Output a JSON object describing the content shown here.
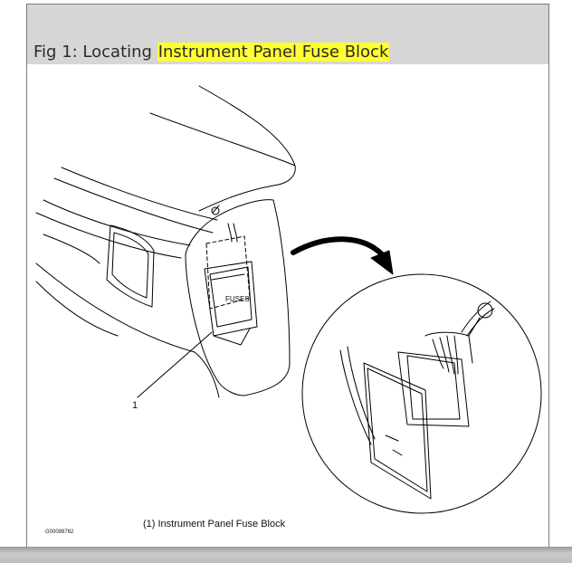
{
  "figure": {
    "prefix": "Fig 1: Locating ",
    "highlighted": "Instrument Panel Fuse Block"
  },
  "diagram": {
    "callout_number": "1",
    "fuses_label": "FUSES",
    "caption": "(1)   Instrument Panel Fuse Block",
    "image_code": "G00099762"
  },
  "colors": {
    "highlight": "#ffff33",
    "header_bg": "#d6d6d6"
  }
}
